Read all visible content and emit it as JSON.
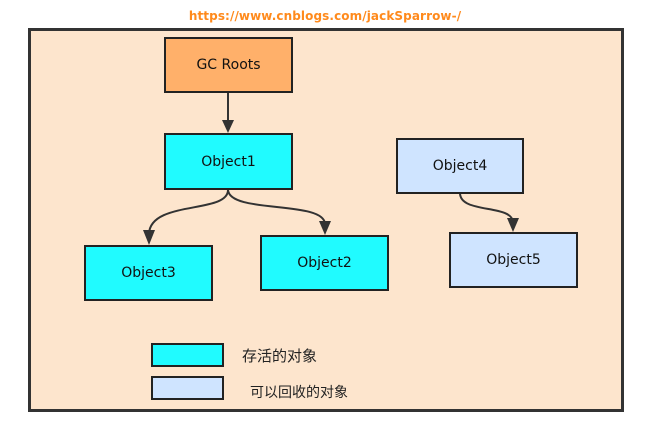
{
  "watermark": "https://www.cnblogs.com/jackSparrow-/",
  "nodes": {
    "gc_roots": "GC Roots",
    "object1": "Object1",
    "object2": "Object2",
    "object3": "Object3",
    "object4": "Object4",
    "object5": "Object5"
  },
  "legend": {
    "live_label": "存活的对象",
    "collectable_label": "可以回收的对象"
  },
  "colors": {
    "background": "#fde5cd",
    "gc_roots": "#ffb06a",
    "live": "#20fbff",
    "collectable": "#cfe4ff",
    "watermark": "#ff8a1c"
  }
}
